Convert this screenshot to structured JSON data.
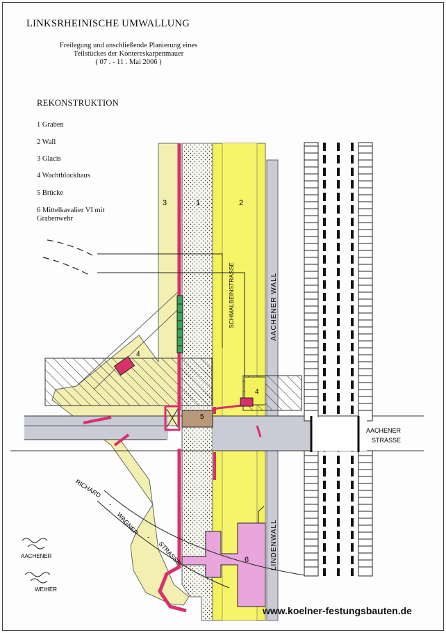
{
  "title": "LINKSRHEINISCHE UMWALLUNG",
  "subtitle": [
    "Freilegung und anschließende Planierung eines",
    "Teilstückes der Kontereskarpenmauer",
    "( 07 . - 11 . Mai 2006 )"
  ],
  "section_heading": "REKONSTRUKTION",
  "legend": [
    {
      "lines": [
        "1  Graben"
      ]
    },
    {
      "lines": [
        "2  Wall"
      ]
    },
    {
      "lines": [
        "3  Glacis"
      ]
    },
    {
      "lines": [
        "4 Wachtblockhaus"
      ]
    },
    {
      "lines": [
        "5 Brücke"
      ]
    },
    {
      "lines": [
        "6  Mittelkavalier VI mit",
        "Grabenwehr"
      ]
    }
  ],
  "map_labels": {
    "num_1": "1",
    "num_2": "2",
    "num_3": "3",
    "num_4a": "4",
    "num_4b": "4",
    "num_5": "5",
    "num_6": "6",
    "schmalbeinstrasse": "SCHMALBEINSTRASSE",
    "aachener_wall": "AACHENER   WALL",
    "lindenwall": "LINDENWALL",
    "aachener_strasse_1": "AACHENER",
    "aachener_strasse_2": "STRASSE",
    "richard": "RICHARD",
    "wagner": "WAGNER",
    "strasse": "STRASSE",
    "weiher_1": "AACHENER",
    "weiher_2": "WEIHER"
  },
  "credit": "www.koelner-festungsbauten.de",
  "colors": {
    "glacis": "#f3efb0",
    "wall": "#f4f25a",
    "graben_dots": "#f7f7f0",
    "mauer": "#d8306a",
    "road": "#c9cbd6",
    "bruecke": "#b89a7a",
    "kavalier": "#e8a6dc"
  }
}
